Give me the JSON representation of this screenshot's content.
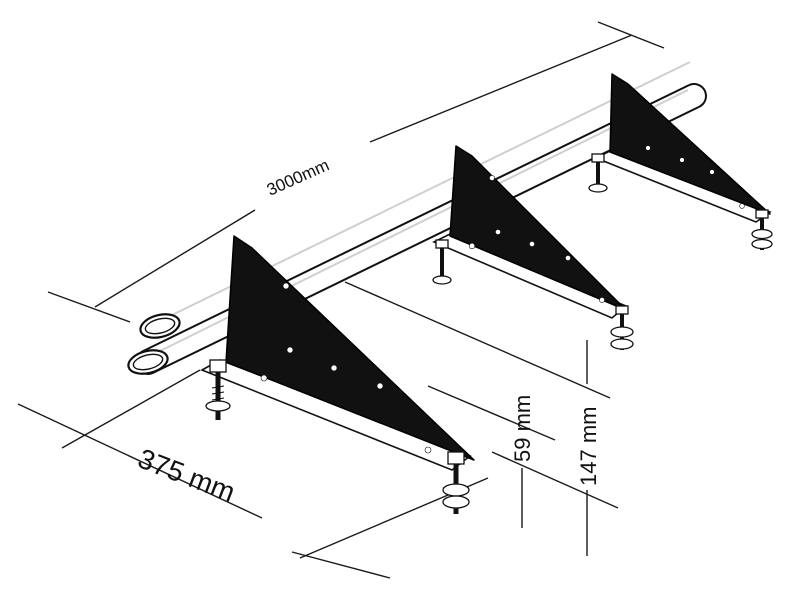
{
  "dimensions": {
    "length": "3000mm",
    "depth": "375 mm",
    "tube_height_low": "59 mm",
    "tube_height_high": "147 mm"
  },
  "colors": {
    "ink": "#111111",
    "paper": "#ffffff"
  }
}
